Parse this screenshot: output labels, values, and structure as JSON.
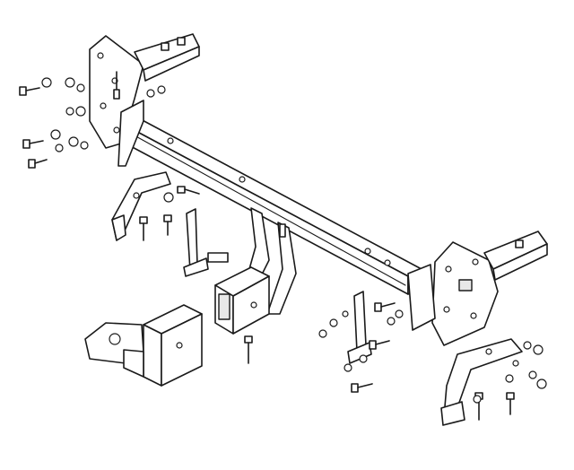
{
  "diagram": {
    "kind": "exploded-view line drawing",
    "components": [
      "main-crossbar",
      "left-side-bracket",
      "right-side-bracket",
      "receiver-hitch",
      "ball-mount-tongue",
      "lower-left-bracket",
      "lower-right-bracket",
      "bolts",
      "nuts",
      "washers"
    ],
    "stroke_color": "#1a1a1a",
    "fill_color": "#ffffff"
  }
}
